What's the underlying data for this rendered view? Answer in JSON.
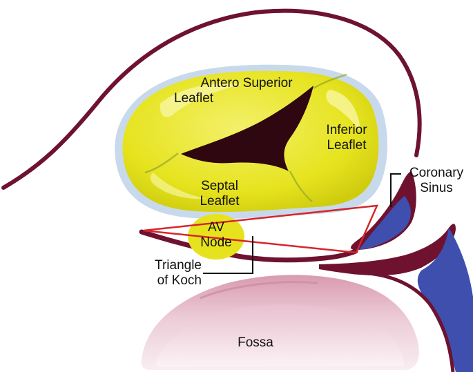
{
  "labels": {
    "antero_superior_line1": "Antero Superior",
    "antero_superior_line2": "Leaflet",
    "inferior_line1": "Inferior",
    "inferior_line2": "Leaflet",
    "septal_line1": "Septal",
    "septal_line2": "Leaflet",
    "av_node_line1": "AV",
    "av_node_line2": "Node",
    "coronary_sinus_line1": "Coronary",
    "coronary_sinus_line2": "Sinus",
    "triangle_line1": "Triangle",
    "triangle_line2": "of Koch",
    "fossa": "Fossa"
  },
  "colors": {
    "wall": "#6e1230",
    "leaflet_yellow": "#e6e31e",
    "leaflet_light": "#f7f59a",
    "annulus_blue": "#c9d9ec",
    "orifice": "#2e0710",
    "sinus_blue": "#3f4fae",
    "triangle_red": "#d6262b",
    "fossa_pink": "#e6bccb",
    "fossa_light": "#f6e3ea",
    "text": "#111111"
  }
}
